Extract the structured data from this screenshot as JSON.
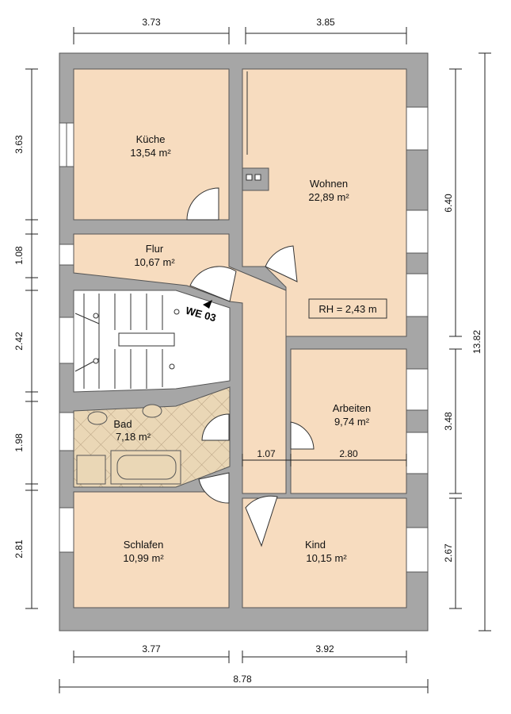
{
  "plan": {
    "unit_id": "WE 03",
    "ceiling_height": "RH = 2,43 m",
    "rooms": {
      "kueche": {
        "name": "Küche",
        "area": "13,54 m²"
      },
      "wohnen": {
        "name": "Wohnen",
        "area": "22,89 m²"
      },
      "flur": {
        "name": "Flur",
        "area": "10,67 m²"
      },
      "bad": {
        "name": "Bad",
        "area": "7,18 m²"
      },
      "arbeiten": {
        "name": "Arbeiten",
        "area": "9,74 m²"
      },
      "schlafen": {
        "name": "Schlafen",
        "area": "10,99 m²"
      },
      "kind": {
        "name": "Kind",
        "area": "10,15 m²"
      }
    },
    "dimensions": {
      "top_left": "3.73",
      "top_right": "3.85",
      "bottom_left": "3.77",
      "bottom_right": "3.92",
      "bottom_total": "8.78",
      "left_1": "3.63",
      "left_2": "1.08",
      "left_3": "2.42",
      "left_4": "1.98",
      "left_5": "2.81",
      "right_1": "6.40",
      "right_2": "3.48",
      "right_3": "2.67",
      "right_total": "13.82",
      "inner_1": "1.07",
      "inner_2": "2.80"
    }
  },
  "colors": {
    "wall": "#a6a6a6",
    "room": "#f7dcbf",
    "bad_tile": "#ead7b6",
    "stair": "#ffffff",
    "line": "#222222"
  }
}
